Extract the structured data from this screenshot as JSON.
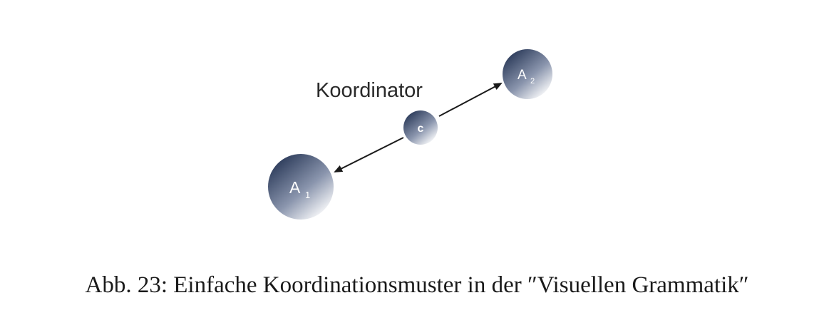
{
  "diagram": {
    "coordinator_label": "Koordinator",
    "nodes": {
      "a1": {
        "label": "A",
        "sub": "1"
      },
      "c": {
        "label": "c",
        "sub": ""
      },
      "a2": {
        "label": "A",
        "sub": "2"
      }
    },
    "colors": {
      "node_dark": "#2e3d5c",
      "node_light": "#ffffff",
      "arrow": "#1a1a1a"
    }
  },
  "caption": "Abb. 23: Einfache Koordinationsmuster in der ″Visuellen Grammatik″"
}
